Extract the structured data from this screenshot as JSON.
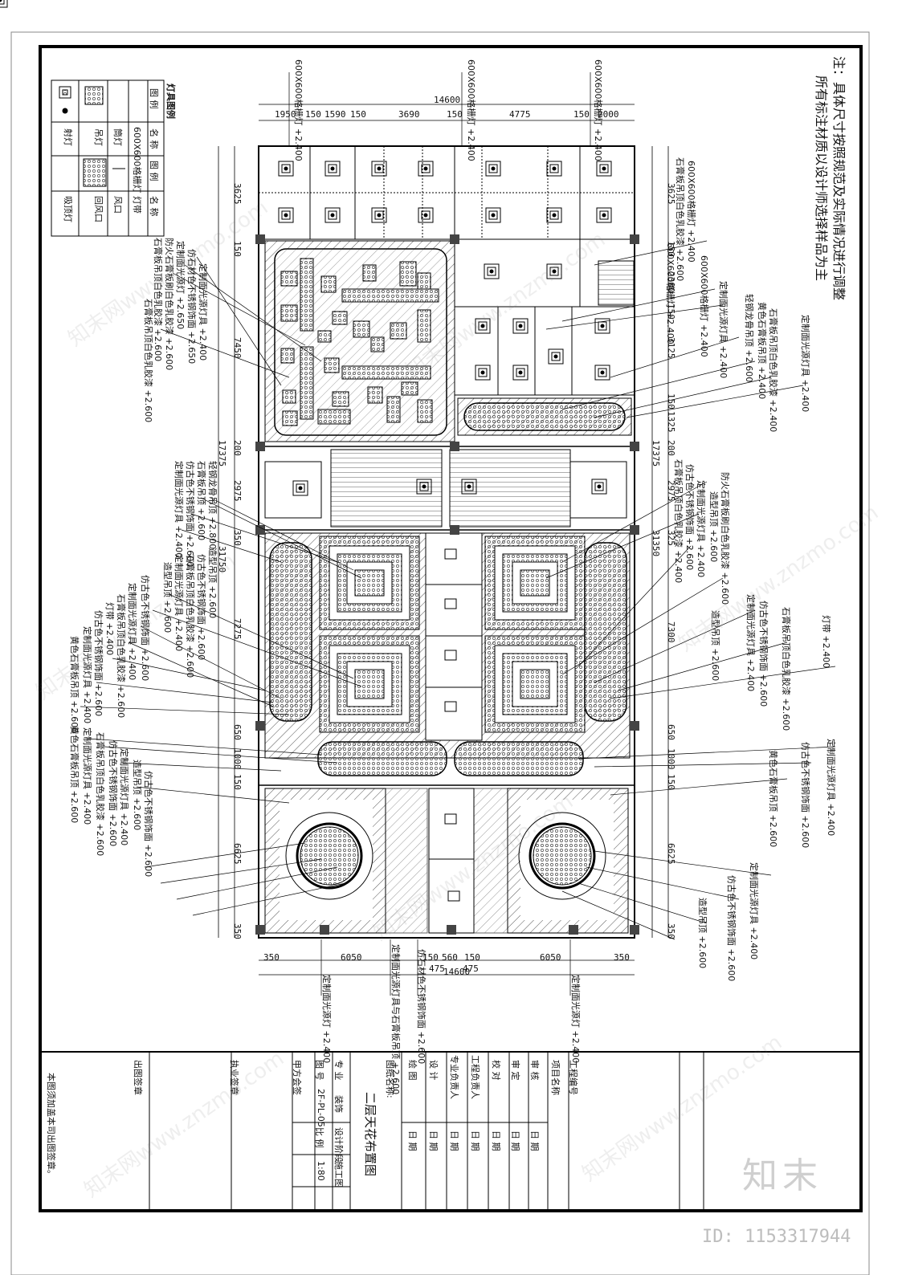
{
  "notes": {
    "line1": "注：具体尺寸按照规范及实际情况进行调整",
    "line2": "所有标注材质以设计师选择样品为主"
  },
  "legend": {
    "title": "灯具图例",
    "headers": [
      "图 例",
      "名 称",
      "图 例",
      "名 称"
    ],
    "items": [
      "600X600格栅灯",
      "筒灯",
      "吊灯",
      "射灯",
      "灯带",
      "风口",
      "回风口",
      "吸顶灯"
    ]
  },
  "dimensions": {
    "top": [
      "1950",
      "150",
      "1590",
      "150",
      "3690",
      "150",
      "4775",
      "150",
      "2000"
    ],
    "top_total": "14600",
    "bottom": [
      "350",
      "6050",
      "150",
      "560",
      "150",
      "6050",
      "350"
    ],
    "bottom_total": "14600",
    "bottom_extra": [
      "475",
      "475"
    ],
    "left": [
      "3625",
      "150",
      "7450",
      "200",
      "2975",
      "350",
      "7275",
      "650",
      "1000",
      "150",
      "6625",
      "350"
    ],
    "left_totals": [
      "17375",
      "31750"
    ],
    "right": [
      "3625",
      "150",
      "2300",
      "150",
      "3125",
      "150",
      "1325",
      "200",
      "2975",
      "325",
      "7300",
      "650",
      "1000",
      "150",
      "6625",
      "350"
    ],
    "right_totals": [
      "17375",
      "31350"
    ]
  },
  "callouts": {
    "top": [
      "600X600格栅灯 +2.400",
      "600X600格栅灯 +2.400",
      "600X600格栅灯 +2.400"
    ],
    "left": [
      "石膏板吊顶白色乳胶漆 +2.600",
      "防火石膏板刷白色乳胶漆 +2.600",
      "定制面光源灯 +2.650",
      "仿石材色不锈钢饰面 +2.650",
      "定制面光源灯具 +2.400",
      "石膏板吊顶白色乳胶漆 +2.600",
      "轻钢龙骨吊顶 +2.800",
      "石膏板吊顶 +2.600",
      "仿古色不锈钢饰面 +2.600",
      "定制面光源灯具 +2.400",
      "造型吊顶 +2.600",
      "仿古色不锈钢饰面 +2.600",
      "石膏板吊顶白色乳胶漆 +2.600",
      "定制面光源灯具 +2.400",
      "造型吊顶 +2.600",
      "仿古色不锈钢饰面 +2.600",
      "定制面光源灯具 +2.400",
      "石膏板吊顶白色乳胶漆 +2.600",
      "灯带 +2.400",
      "仿古色不锈钢饰面 +2.600",
      "定制面光源灯具 +2.400",
      "黄色石膏板吊顶 +2.600",
      "黄色石膏板吊顶 +2.600",
      "定制面光源灯具 +2.400",
      "石膏板吊顶白色乳胶漆 +2.600",
      "仿古色不锈钢饰面 +2.600",
      "定制面光源灯具 +2.400",
      "造型吊顶 +2.600",
      "仿古色不锈钢饰面 +2.600"
    ],
    "right": [
      "石膏板吊顶白色乳胶漆 +2.600",
      "600X600格栅灯 +2.400",
      "600X600格栅灯 +2.400",
      "600X600格栅灯 +2.400",
      "定制面光源灯具 +2.400",
      "轻钢龙骨吊顶 +2.600",
      "黄色石膏板吊顶 +2.400",
      "石膏板吊顶白色乳胶漆 +2.400",
      "定制面光源灯具 +2.400",
      "防火石膏板刷白色乳胶漆 +2.600",
      "造型吊顶 +2.600",
      "定制面光源灯具 +2.400",
      "仿古色不锈钢饰面 +2.600",
      "石膏板吊顶白色乳胶漆 +2.400",
      "造型吊顶 +2.600",
      "定制面光源灯具 +2.400",
      "仿古色不锈钢饰面 +2.600",
      "石膏板吊顶白色乳胶漆 +2.600",
      "灯带 +2.400",
      "定制面光源灯具 +2.400",
      "仿古色不锈钢饰面 +2.600",
      "黄色石膏板吊顶 +2.600",
      "定制面光源灯具 +2.400",
      "仿古色不锈钢饰面 +2.600",
      "造型吊顶 +2.600"
    ],
    "bottom": [
      "定制面光源灯 +2.400",
      "定制面光源灯具与石膏板吊顶 +2.600",
      "仿石材色不锈钢饰面 +2.600",
      "定制面光源灯 +2.400"
    ]
  },
  "title_block": {
    "left_notes": [
      "本图须加盖本司出图签章。",
      "出图签章"
    ],
    "seal_label": "执业签章",
    "owner_label": "甲方会签",
    "drawing_name_label": "图纸名称:",
    "drawing_name": "二层天花布置图",
    "rows": [
      {
        "label": "专 业",
        "value": "装饰",
        "label2": "设计阶段",
        "value2": "施工图"
      },
      {
        "label": "图 号",
        "value": "2F-PL-05",
        "label2": "比 例",
        "value2": "1:80"
      }
    ],
    "roles": [
      "绘 图",
      "设 计",
      "专业负责人",
      "工程负责人",
      "校 对",
      "审 定",
      "审 核"
    ],
    "date_label": "日 期",
    "project_labels": [
      "项目名称",
      "工程编号"
    ]
  },
  "watermark": {
    "logo": "知末",
    "id": "ID: 1153317944",
    "url": "知末网www.znzmo.com"
  }
}
